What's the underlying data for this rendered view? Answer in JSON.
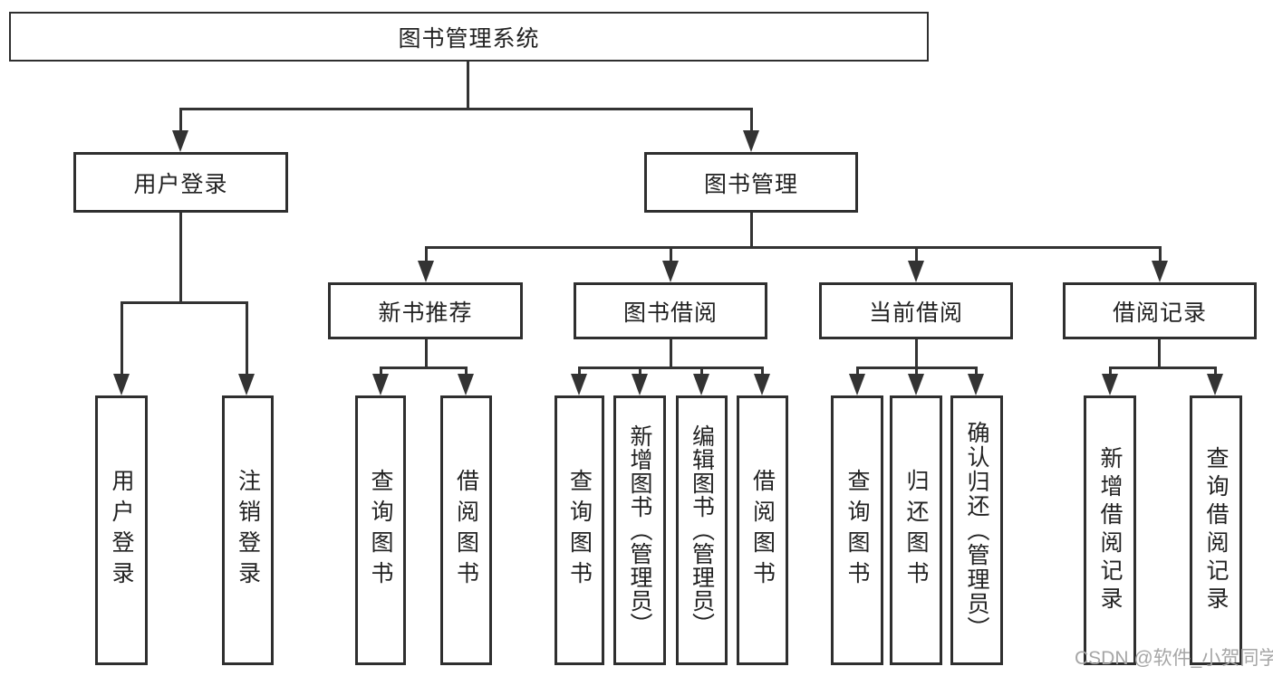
{
  "diagram": {
    "title": "图书管理系统",
    "watermark": "CSDN @软件_小贺同学",
    "colors": {
      "background": "#ffffff",
      "line": "#333333",
      "box_border": "#2f2f2f",
      "text": "#222222",
      "watermark_text": "#a6a6a6"
    },
    "tree": {
      "label": "图书管理系统",
      "children": [
        {
          "label": "用户登录",
          "children": [
            {
              "label": "用户登录"
            },
            {
              "label": "注销登录"
            }
          ]
        },
        {
          "label": "图书管理",
          "children": [
            {
              "label": "新书推荐",
              "children": [
                {
                  "label": "查询图书"
                },
                {
                  "label": "借阅图书"
                }
              ]
            },
            {
              "label": "图书借阅",
              "children": [
                {
                  "label": "查询图书"
                },
                {
                  "label": "新增图书（管理员）"
                },
                {
                  "label": "编辑图书（管理员）"
                },
                {
                  "label": "借阅图书"
                }
              ]
            },
            {
              "label": "当前借阅",
              "children": [
                {
                  "label": "查询图书"
                },
                {
                  "label": "归还图书"
                },
                {
                  "label": "确认归还（管理员）"
                }
              ]
            },
            {
              "label": "借阅记录",
              "children": [
                {
                  "label": "新增借阅记录"
                },
                {
                  "label": "查询借阅记录"
                }
              ]
            }
          ]
        }
      ]
    }
  }
}
